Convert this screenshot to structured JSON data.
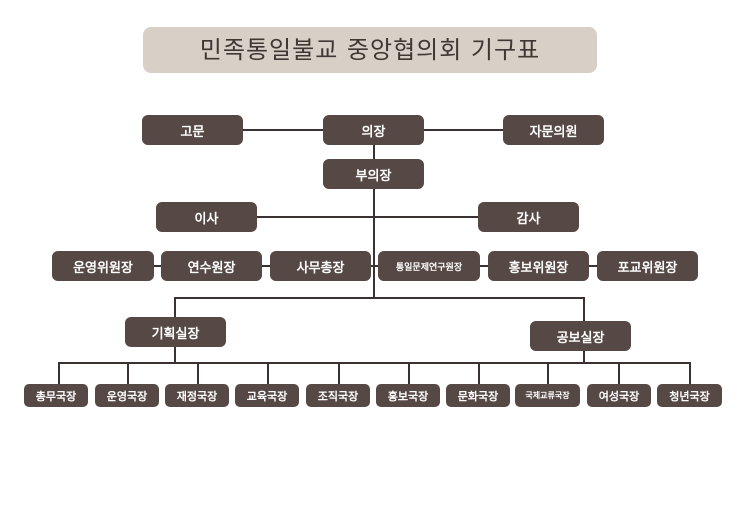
{
  "title": "민족통일불교 중앙협의회 기구표",
  "top": {
    "advisor": "고문",
    "chair": "의장",
    "advisory_board": "자문의원",
    "vice_chair": "부의장",
    "director": "이사",
    "auditor": "감사"
  },
  "committees": [
    "운영위원장",
    "연수원장",
    "사무총장",
    "통일문제연구원장",
    "홍보위원장",
    "포교위원장"
  ],
  "offices": {
    "planning": "기획실장",
    "publicity": "공보실장"
  },
  "bureaus": [
    "총무국장",
    "운영국장",
    "재정국장",
    "교육국장",
    "조직국장",
    "홍보국장",
    "문화국장",
    "국제교류국장",
    "여성국장",
    "청년국장"
  ]
}
